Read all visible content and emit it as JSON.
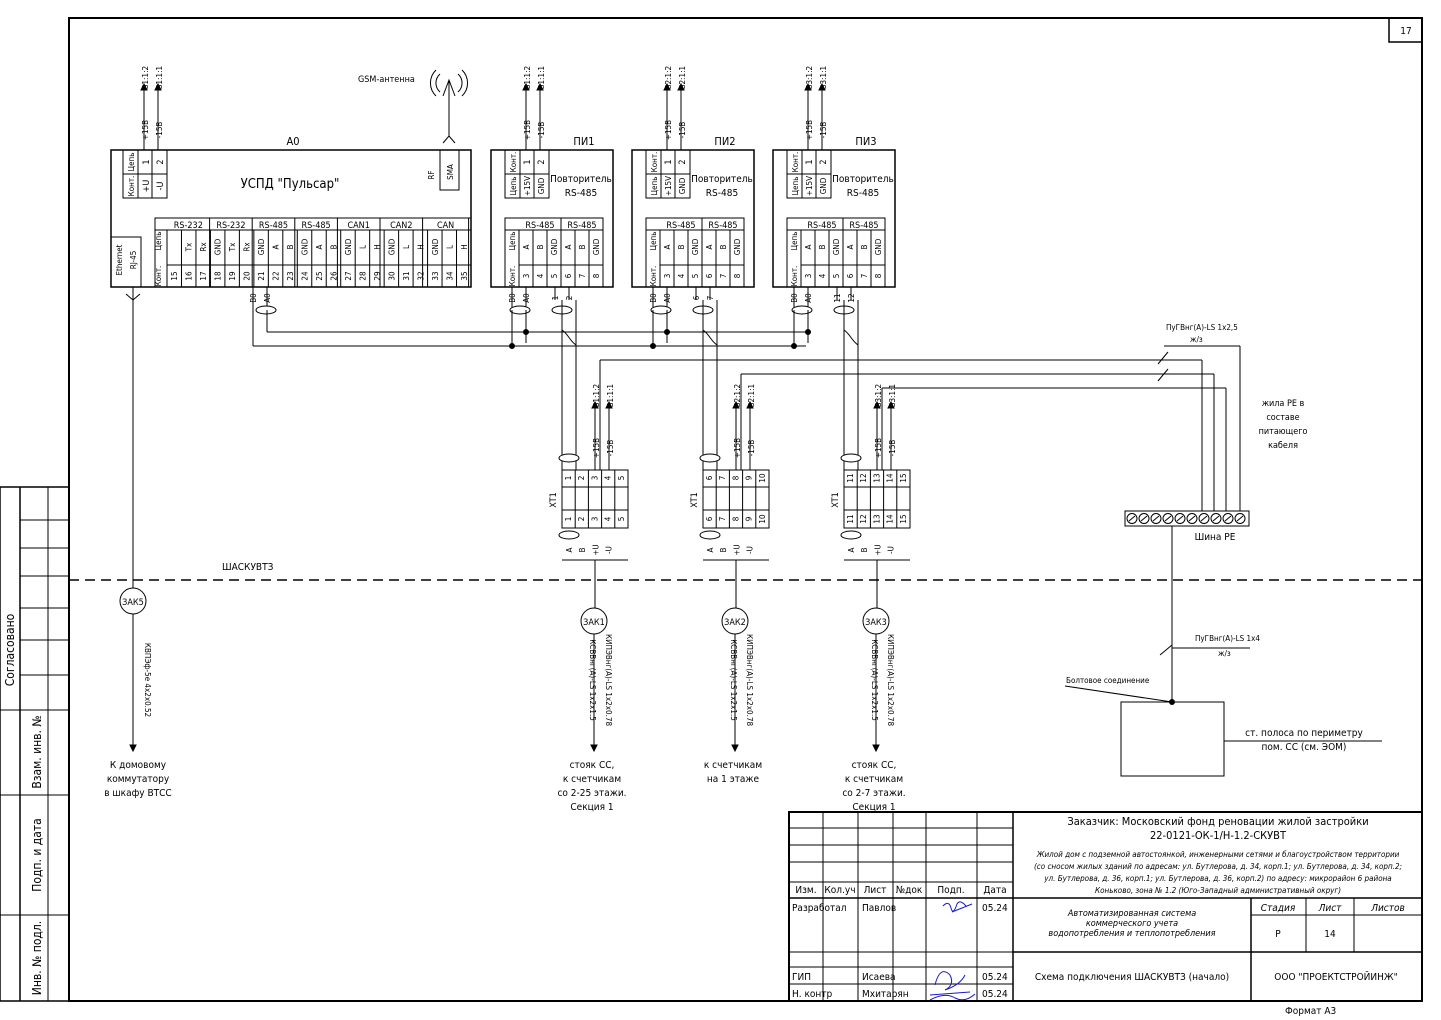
{
  "sheet": {
    "sheet_number_box": "17",
    "format": "Формат  А3"
  },
  "side_stamp": {
    "agreed": "Согласовано",
    "replace_inv": "Взам. инв. №",
    "sign_date": "Подп. и дата",
    "inv_orig": "Инв. № подл."
  },
  "devices": {
    "a0": {
      "name": "А0",
      "title": "УСПД \"Пульсар\"",
      "power_hdr": [
        "Цепь",
        "Конт."
      ],
      "power_rows": [
        [
          "+U",
          "1"
        ],
        [
          "-U",
          "2"
        ]
      ],
      "ethernet": "Ethernet",
      "rj45": "RJ-45",
      "rf": "RF",
      "sma": "SMA",
      "ifaces": [
        "RS-232",
        "RS-232",
        "RS-485",
        "RS-485",
        "CAN1",
        "CAN2",
        "CAN"
      ],
      "row_circuit_label": "Цепь",
      "row_contact_label": "Конт.",
      "circuits": [
        "Tx",
        "Rx",
        "GND",
        "Tx",
        "Rx",
        "GND",
        "A",
        "B",
        "GND",
        "A",
        "B",
        "GND",
        "L",
        "H",
        "GND",
        "L",
        "H",
        "GND",
        "L",
        "H"
      ],
      "contacts": [
        "15",
        "16",
        "17",
        "18",
        "19",
        "20",
        "21",
        "22",
        "23",
        "24",
        "25",
        "26",
        "27",
        "28",
        "29",
        "30",
        "31",
        "32",
        "33",
        "34",
        "35"
      ],
      "wires": [
        "B0",
        "A0"
      ],
      "power_wires": [
        "+15В",
        "-15В"
      ],
      "power_marks": [
        "G1:1:2",
        "G1:1:1"
      ]
    },
    "repeaters": [
      {
        "name": "ПИ1",
        "title1": "Повторитель",
        "title2": "RS-485",
        "power_marks": [
          "G1:1:2",
          "G1:1:1"
        ],
        "out_wires": [
          "1",
          "2"
        ]
      },
      {
        "name": "ПИ2",
        "title1": "Повторитель",
        "title2": "RS-485",
        "power_marks": [
          "G2:1:2",
          "G2:1:1"
        ],
        "out_wires": [
          "6",
          "7"
        ]
      },
      {
        "name": "ПИ3",
        "title1": "Повторитель",
        "title2": "RS-485",
        "power_marks": [
          "G3:1:2",
          "G3:1:1"
        ],
        "out_wires": [
          "11",
          "12"
        ]
      }
    ],
    "repeater_common": {
      "power_rows": [
        [
          "+15V",
          "1"
        ],
        [
          "GND",
          "2"
        ]
      ],
      "ifaces": [
        "RS-485",
        "RS-485"
      ],
      "circuits": [
        "A",
        "B",
        "GND",
        "A",
        "B",
        "GND"
      ],
      "contacts": [
        "3",
        "4",
        "5",
        "6",
        "7",
        "8"
      ],
      "in_wires": [
        "B0",
        "A0"
      ]
    },
    "gsm_antenna": "GSM-антенна"
  },
  "terminals": [
    {
      "name": "XT1",
      "nums": [
        "1",
        "2",
        "3",
        "4",
        "5"
      ],
      "power_marks": [
        "G1:1:2",
        "G1:1:1"
      ]
    },
    {
      "name": "XT1",
      "nums": [
        "6",
        "7",
        "8",
        "9",
        "10"
      ],
      "power_marks": [
        "G2:1:2",
        "G2:1:1"
      ]
    },
    {
      "name": "XT1",
      "nums": [
        "11",
        "12",
        "13",
        "14",
        "15"
      ],
      "power_marks": [
        "G3:1:2",
        "G3:1:1"
      ]
    }
  ],
  "terminal_common": {
    "bottom_labels": [
      "A",
      "B",
      "+U",
      "-U"
    ]
  },
  "cabinet_label": "ШАСКУВТЗ",
  "cables": [
    {
      "id": "ЗАК5",
      "type": "КВПЭф-5е 4х2х0.52",
      "dest": [
        "К домовому",
        "коммутатору",
        "в шкафу ВТСС"
      ]
    },
    {
      "id": "ЗАК1",
      "type": "КИПЭВнг(А)-LS 1х2х0.78",
      "type2": "КСВВнг(А)-LS 1х2х1.5",
      "dest": [
        "стояк СС,",
        "к счетчикам",
        "со 2-25 этажи.",
        "Секция 1"
      ]
    },
    {
      "id": "ЗАК2",
      "type": "КИПЭВнг(А)-LS 1х2х0.78",
      "type2": "КСВВнг(А)-LS 1х2х1.5",
      "dest": [
        "к счетчикам",
        "на 1 этаже"
      ]
    },
    {
      "id": "ЗАК3",
      "type": "КИПЭВнг(А)-LS 1х2х0.78",
      "type2": "КСВВнг(А)-LS 1х2х1.5",
      "dest": [
        "стояк СС,",
        "к счетчикам",
        "со 2-7 этажи.",
        "Секция 1"
      ]
    }
  ],
  "grounding": {
    "cable1": "ПуГВнг(А)-LS 1х2,5",
    "cable1_color": "ж/з",
    "pe_core": [
      "жила РЕ в",
      "составе",
      "питающего",
      "кабеля"
    ],
    "bus": "Шина РЕ",
    "cable2": "ПуГВнг(А)-LS 1х4",
    "cable2_color": "ж/з",
    "bolt": "Болтовое соединение",
    "strip": [
      "ст. полоса по периметру",
      "пом. СС (см. ЭОМ)"
    ]
  },
  "title_block": {
    "customer": "Заказчик: Московский фонд реновации жилой застройки",
    "code": "22-0121-ОК-1/Н-1.2-СКУВТ",
    "object": [
      "Жилой дом с подземной автостоянкой, инженерными сетями и благоустройством территории",
      "(со сносом жилых зданий по адресам: ул. Бутлерова, д. 34, корп.1; ул. Бутлерова, д. 34, корп.2;",
      "ул. Бутлерова, д. 36, корп.1; ул. Бутлерова, д. 36, корп.2) по адресу: микрорайон 6 района",
      "Коньково, зона № 1.2 (Юго-Западный административный округ)"
    ],
    "col_headers": [
      "Изм.",
      "Кол.уч",
      "Лист",
      "№док",
      "Подп.",
      "Дата"
    ],
    "rows": [
      {
        "role": "Разработал",
        "name": "Павлов",
        "date": "05.24"
      },
      {
        "role": "ГИП",
        "name": "Исаева",
        "date": "05.24"
      },
      {
        "role": "Н. контр",
        "name": "Мхитарян",
        "date": "05.24"
      }
    ],
    "system": [
      "Автоматизированная система",
      "коммерческого учета",
      "водопотребления и теплопотребления"
    ],
    "stage_hdr": [
      "Стадия",
      "Лист",
      "Листов"
    ],
    "stage": "Р",
    "sheet": "14",
    "sheets": "",
    "drawing": "Схема подключения ШАСКУВТЗ (начало)",
    "company": "ООО \"ПРОЕКТСТРОЙИНЖ\""
  }
}
